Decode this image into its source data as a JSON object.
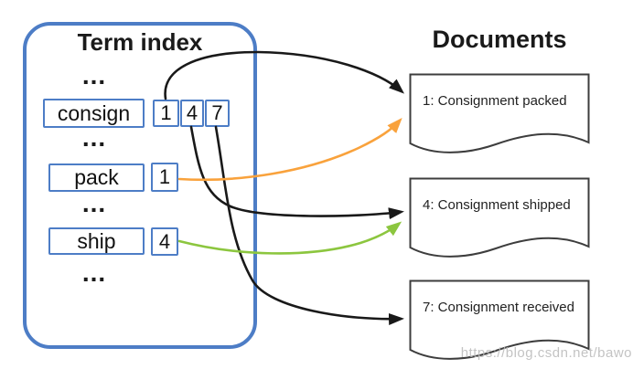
{
  "term_index": {
    "title": "Term index",
    "ellipsis": "...",
    "rows": [
      {
        "term": "consign",
        "postings": [
          "1",
          "4",
          "7"
        ]
      },
      {
        "term": "pack",
        "postings": [
          "1"
        ]
      },
      {
        "term": "ship",
        "postings": [
          "4"
        ]
      }
    ]
  },
  "documents": {
    "title": "Documents",
    "items": [
      {
        "label": "1: Consignment packed"
      },
      {
        "label": "4: Consignment shipped"
      },
      {
        "label": "7: Consignment received"
      }
    ]
  },
  "arrows": [
    {
      "from": "consign posting 1",
      "to": "document 1",
      "color_name": "black"
    },
    {
      "from": "consign posting 4",
      "to": "document 4",
      "color_name": "black"
    },
    {
      "from": "consign posting 7",
      "to": "document 7",
      "color_name": "black"
    },
    {
      "from": "pack posting 1",
      "to": "document 1",
      "color_name": "orange"
    },
    {
      "from": "ship posting 4",
      "to": "document 4",
      "color_name": "green"
    }
  ],
  "colors": {
    "panel_blue": "#4d7dc6",
    "arrow_black": "#191919",
    "arrow_orange": "#f9a23c",
    "arrow_green": "#8cc63f"
  },
  "watermark": "https://blog.csdn.net/bawo"
}
